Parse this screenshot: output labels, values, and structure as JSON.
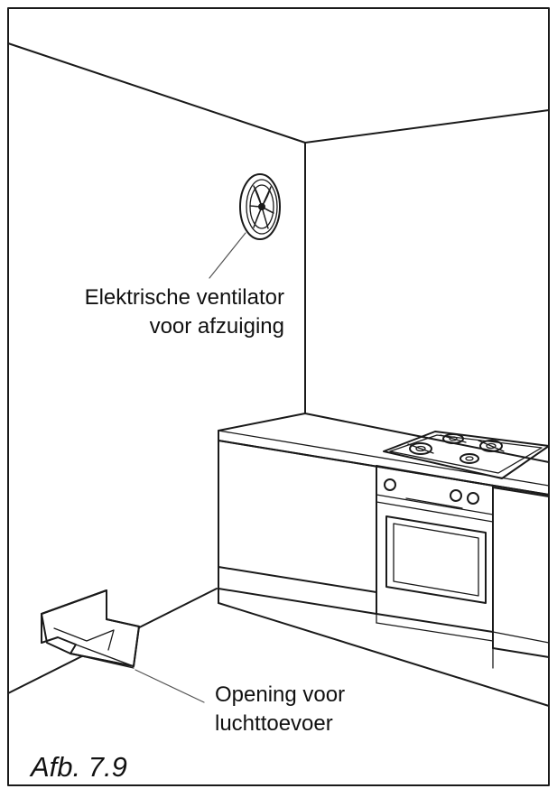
{
  "figure": {
    "fan_label_lines": [
      "Elektrische ventilator",
      "voor afzuiging"
    ],
    "vent_label_lines": [
      "Opening voor",
      "luchttoevoer"
    ],
    "caption": "Afb. 7.9"
  },
  "colors": {
    "line": "#1a1a1a",
    "background": "#ffffff"
  }
}
